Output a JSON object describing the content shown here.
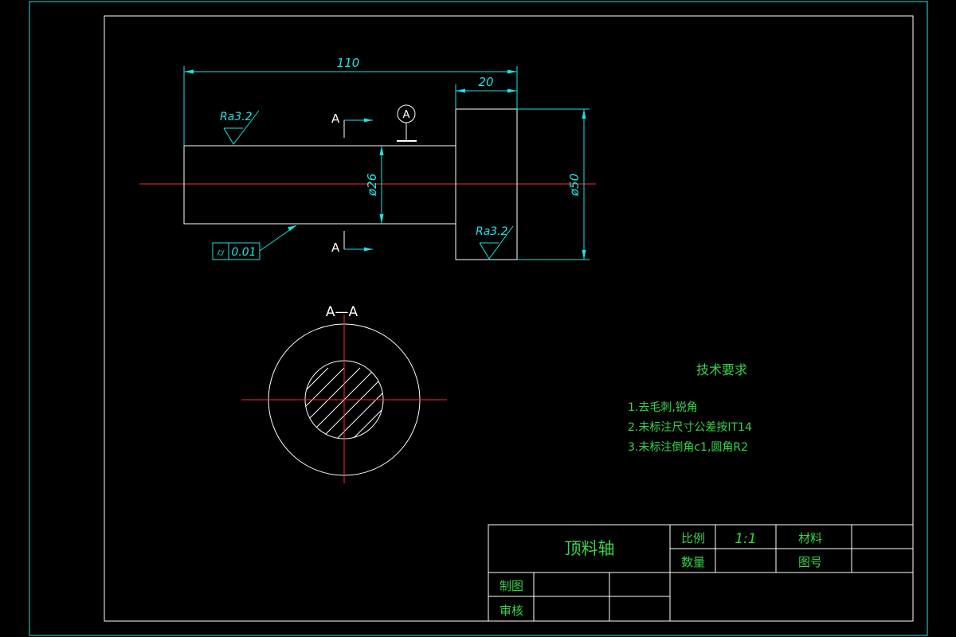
{
  "colors": {
    "background": "#000000",
    "frame": "#19e5e5",
    "outline": "#ffffff",
    "centerline": "#ff2a2a",
    "notes": "#39d44a"
  },
  "dimensions": {
    "overall_length": "110",
    "head_length": "20",
    "shaft_diameter": "ø26",
    "head_diameter": "ø50"
  },
  "surface_finish": {
    "shaft": "Ra3.2",
    "head": "Ra3.2"
  },
  "datum": {
    "label": "A"
  },
  "tolerance": {
    "symbol": "⌭",
    "value": "0.01"
  },
  "section": {
    "cut_label_top": "A",
    "cut_label_bottom": "A",
    "title": "A—A"
  },
  "tech_requirements": {
    "title": "技术要求",
    "items": [
      "1.去毛刺,锐角",
      "2.未标注尺寸公差按IT14",
      "3.未标注倒角c1,圆角R2"
    ]
  },
  "title_block": {
    "part_name": "顶料轴",
    "scale_label": "比例",
    "scale_value": "1:1",
    "material_label": "材料",
    "material_value": "",
    "quantity_label": "数量",
    "quantity_value": "",
    "drawing_no_label": "图号",
    "drawing_no_value": "",
    "drawn_label": "制图",
    "checked_label": "审核"
  }
}
